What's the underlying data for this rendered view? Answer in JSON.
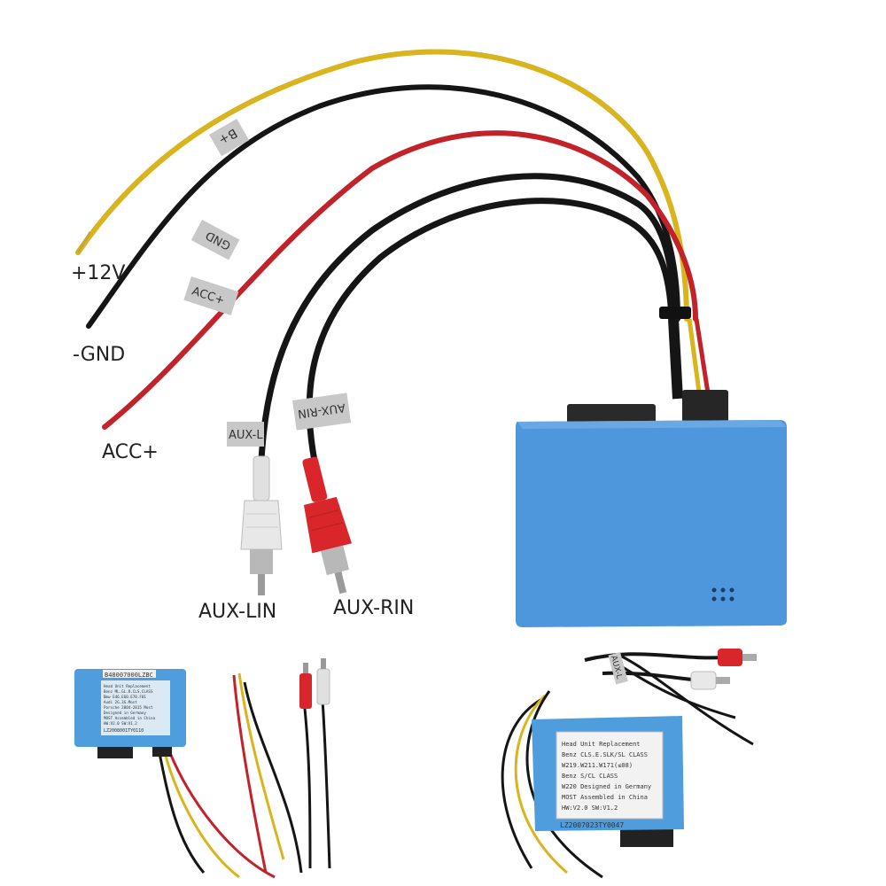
{
  "main_photo": {
    "callouts": {
      "power": "+12V",
      "ground": "-GND",
      "acc": "ACC+",
      "aux_left": "AUX-LIN",
      "aux_right": "AUX-RIN"
    },
    "wire_tags": {
      "b_plus": "B+",
      "gnd": "GND",
      "acc": "ACC+",
      "aux_l": "AUX-L",
      "aux_rin": "AUX-RIN"
    },
    "colors": {
      "module_blue": "#4f97dc",
      "wire_yellow": "#d8b41e",
      "wire_red": "#c2222a",
      "wire_black": "#151515",
      "rca_red": "#d8262a",
      "rca_white": "#e8e8e8"
    }
  },
  "left_thumbnail": {
    "label_code": "B48007000LZBC",
    "label_lines": [
      "Head Unit Replacement",
      "Benz   ML.GL.R.CLS.CLASS",
      "Bmw    E46.E60.E70.F01",
      "Audi   2G.3G.Most",
      "Porsche 2004-2015 Most",
      "        Designed in Germany",
      "MOST   Assembled in China",
      "HW:V2.0         SW:V1.2",
      "LZ2008001TY0110"
    ]
  },
  "right_thumbnail": {
    "label_lines": [
      "Head Unit Replacement",
      "Benz CLS.E.SLK/SL CLASS",
      "  W219.W211.W171(≤08)",
      "Benz S/CL CLASS",
      "W220  Designed in Germany",
      "MOST  Assembled in China",
      "HW:V2.0         SW:V1.2"
    ],
    "serial": "LZ2007023TY0047",
    "wire_tag": "AUX-L"
  }
}
